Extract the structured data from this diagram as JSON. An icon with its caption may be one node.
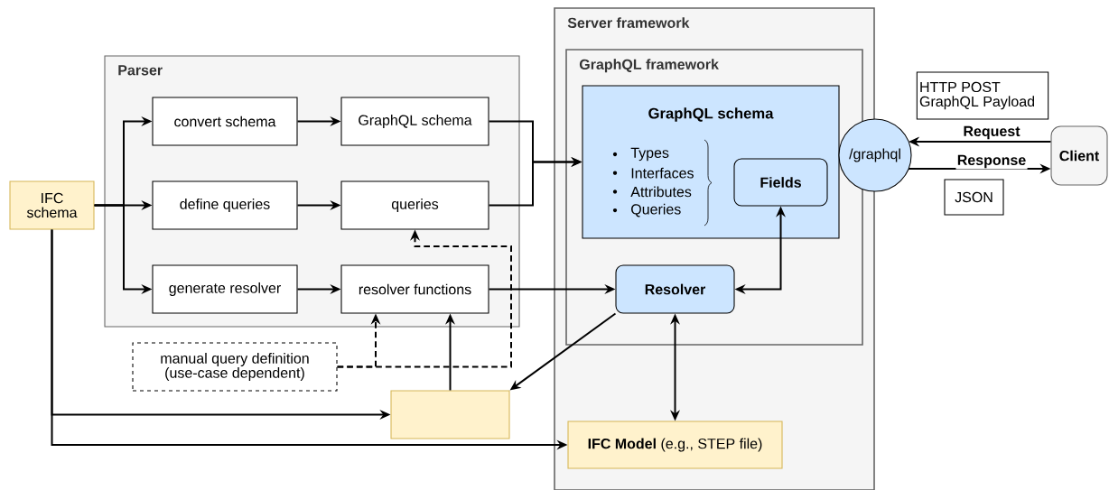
{
  "diagram": {
    "nodes": [
      {
        "text": [
          "Server framework"
        ]
      },
      {
        "text": [
          "GraphQL framework"
        ],
        "in": 0
      },
      {
        "text": [
          "GraphQL schema",
          "Types",
          "Interfaces",
          "Attributes",
          "Queries"
        ],
        "in": 1
      },
      {
        "text": [
          "Fields"
        ],
        "in": 2
      },
      {
        "text": [
          "Resolver"
        ],
        "in": 1
      },
      {
        "text": [
          "**IFC Model** (e.g., STEP file)"
        ],
        "in": 0
      },
      {
        "text": [
          "Parser"
        ]
      },
      {
        "text": [
          "convert schema"
        ],
        "in": 6
      },
      {
        "text": [
          "GraphQL schema"
        ],
        "in": 6
      },
      {
        "text": [
          "define queries"
        ],
        "in": 6
      },
      {
        "text": [
          "queries"
        ],
        "in": 6
      },
      {
        "text": [
          "generate resolver"
        ],
        "in": 6
      },
      {
        "text": [
          "resolver functions"
        ],
        "in": 6
      },
      {
        "text": [
          "IFC schema"
        ]
      },
      {
        "text": [
          "manual query definition (use-case dependent)"
        ]
      },
      {
        "text": [],
        "shape": "box"
      },
      {
        "text": [
          "/graphql"
        ]
      },
      {
        "text": [
          "Client"
        ]
      },
      {
        "text": [
          "HTTP POST GraphQL Payload"
        ]
      },
      {
        "text": [
          "JSON"
        ]
      }
    ],
    "edges": [
      {
        "from": 13,
        "to": 7,
        "arrow": "to"
      },
      {
        "from": 13,
        "to": 9,
        "arrow": "to"
      },
      {
        "from": 13,
        "to": 11,
        "arrow": "to"
      },
      {
        "from": 7,
        "to": 8,
        "arrow": "to"
      },
      {
        "from": 9,
        "to": 10,
        "arrow": "to"
      },
      {
        "from": 11,
        "to": 12,
        "arrow": "to"
      },
      {
        "from": 8,
        "to": 2,
        "arrow": "to"
      },
      {
        "from": 10,
        "to": 2,
        "arrow": "to"
      },
      {
        "from": 12,
        "to": 4,
        "arrow": "to"
      },
      {
        "from": 14,
        "to": 10,
        "arrow": "to",
        "style": "dashed"
      },
      {
        "from": 14,
        "to": 12,
        "arrow": "to",
        "style": "dashed"
      },
      {
        "from": 15,
        "to": 12,
        "arrow": "to"
      },
      {
        "from": 4,
        "to": 15,
        "arrow": "to"
      },
      {
        "from": 4,
        "to": 3,
        "arrow": "both"
      },
      {
        "from": 4,
        "to": 5,
        "arrow": "both"
      },
      {
        "from": 13,
        "to": 15,
        "arrow": "to"
      },
      {
        "from": 13,
        "to": 5,
        "arrow": "to"
      },
      {
        "from": 17,
        "to": 16,
        "arrow": "to",
        "label": "Request"
      },
      {
        "from": 16,
        "to": 17,
        "arrow": "to",
        "label": "Response"
      }
    ]
  }
}
